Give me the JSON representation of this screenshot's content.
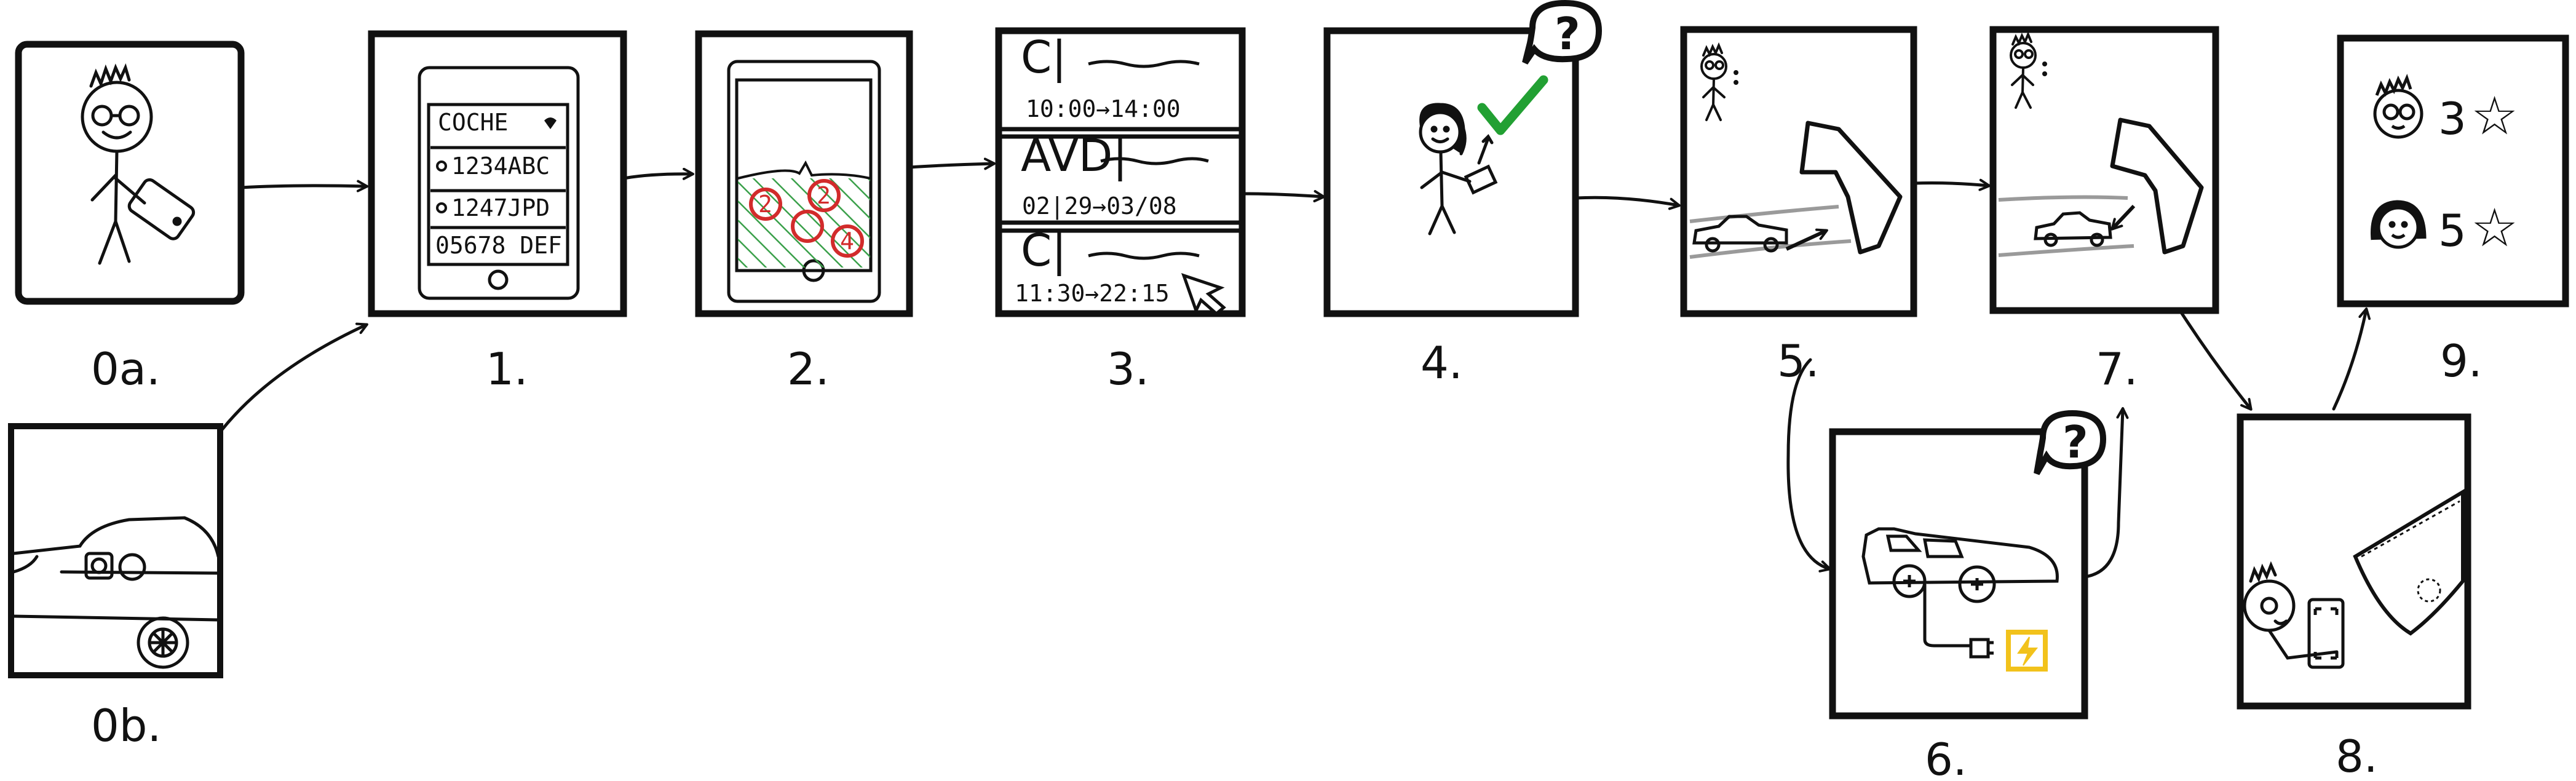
{
  "panels": {
    "p0a": {
      "label": "0a."
    },
    "p0b": {
      "label": "0b."
    },
    "p1": {
      "label": "1.",
      "rows": [
        "COCHE",
        "1234ABC",
        "1247JPD",
        "05678 DEF"
      ]
    },
    "p2": {
      "label": "2.",
      "pins": [
        "2",
        "2",
        "4"
      ]
    },
    "p3": {
      "label": "3.",
      "row1_code": "C|",
      "row1_time": "10:00→14:00",
      "row2_code": "AVD|",
      "row2_date": "02|29→03/08",
      "row3_code": "C|",
      "row3_time": "11:30→22:15"
    },
    "p4": {
      "label": "4.",
      "bubble": "?"
    },
    "p5": {
      "label": "5."
    },
    "p6": {
      "label": "6.",
      "bubble": "?"
    },
    "p7": {
      "label": "7."
    },
    "p8": {
      "label": "8."
    },
    "p9": {
      "label": "9.",
      "rating_a": "3",
      "rating_b": "5"
    }
  },
  "colors": {
    "ink": "#111111",
    "check_green": "#22a033",
    "pin_red": "#d22b2b",
    "hatch_green": "#3aa04a",
    "charger_yellow": "#f2c21b",
    "road_gray": "#9a9a9a"
  },
  "icons": [
    "stick-figure-icon",
    "phone-icon",
    "car-icon",
    "charger-icon",
    "star-icon",
    "question-bubble-icon",
    "checkmark-icon"
  ]
}
